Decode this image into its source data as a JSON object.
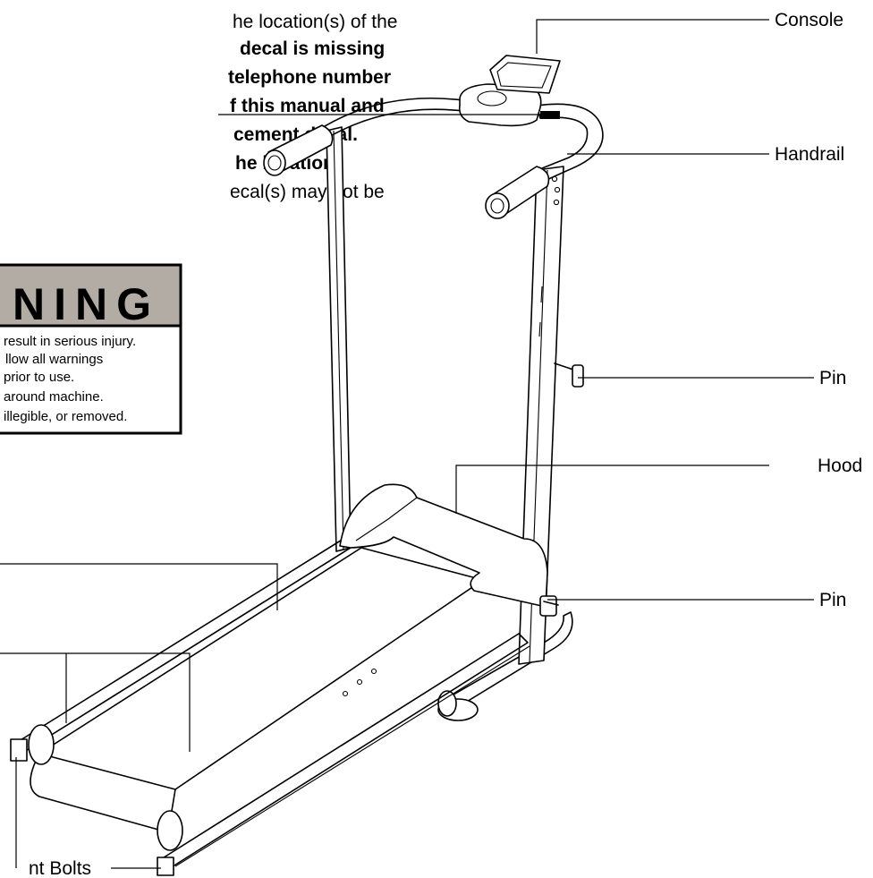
{
  "intro": {
    "lines": [
      {
        "text": "he location(s) of the",
        "bold": false
      },
      {
        "text": "decal is missing",
        "bold": true
      },
      {
        "text": "telephone number",
        "bold": true
      },
      {
        "text": "f this manual and",
        "bold": true
      },
      {
        "text": "cement decal.",
        "bold": true
      },
      {
        "text": "he location",
        "bold": true
      },
      {
        "text": "ecal(s) may not be",
        "bold": false
      }
    ]
  },
  "warning_decal": {
    "title": "NING",
    "lines": [
      "result in serious injury.",
      "llow all warnings",
      "prior to use.",
      "around machine.",
      "illegible, or  removed."
    ],
    "colors": {
      "band": "#b3aca4",
      "border": "#000000"
    }
  },
  "labels": {
    "console": "Console",
    "handrail": "Handrail",
    "pin_upper": "Pin",
    "hood": "Hood",
    "pin_lower": "Pin",
    "bolts": "nt Bolts"
  }
}
